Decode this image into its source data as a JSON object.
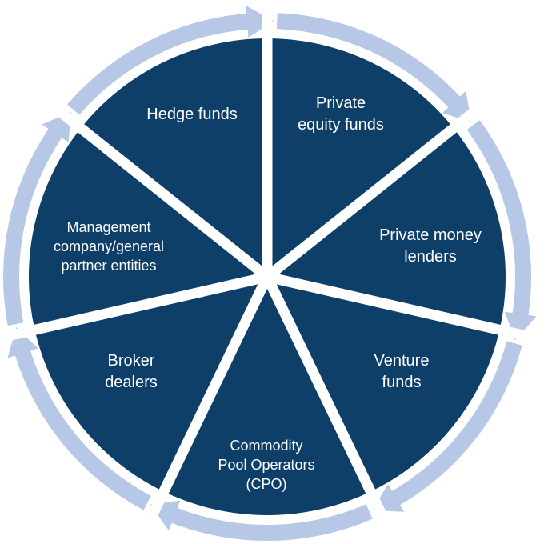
{
  "colors": {
    "segment_fill": "#0e3f68",
    "ring_arrow": "#b6c8e6",
    "separator": "#ffffff",
    "label_text": "#ffffff"
  },
  "segments": [
    {
      "id": "hedge-funds",
      "lines": [
        "Hedge funds"
      ]
    },
    {
      "id": "private-equity-funds",
      "lines": [
        "Private",
        "equity funds"
      ]
    },
    {
      "id": "private-money-lenders",
      "lines": [
        "Private money",
        "lenders"
      ]
    },
    {
      "id": "venture-funds",
      "lines": [
        "Venture",
        "funds"
      ]
    },
    {
      "id": "commodity-pool-operators",
      "lines": [
        "Commodity",
        "Pool Operators",
        "(CPO)"
      ]
    },
    {
      "id": "broker-dealers",
      "lines": [
        "Broker",
        "dealers"
      ]
    },
    {
      "id": "management-company",
      "lines": [
        "Management",
        "company/general",
        "partner entities"
      ]
    }
  ]
}
